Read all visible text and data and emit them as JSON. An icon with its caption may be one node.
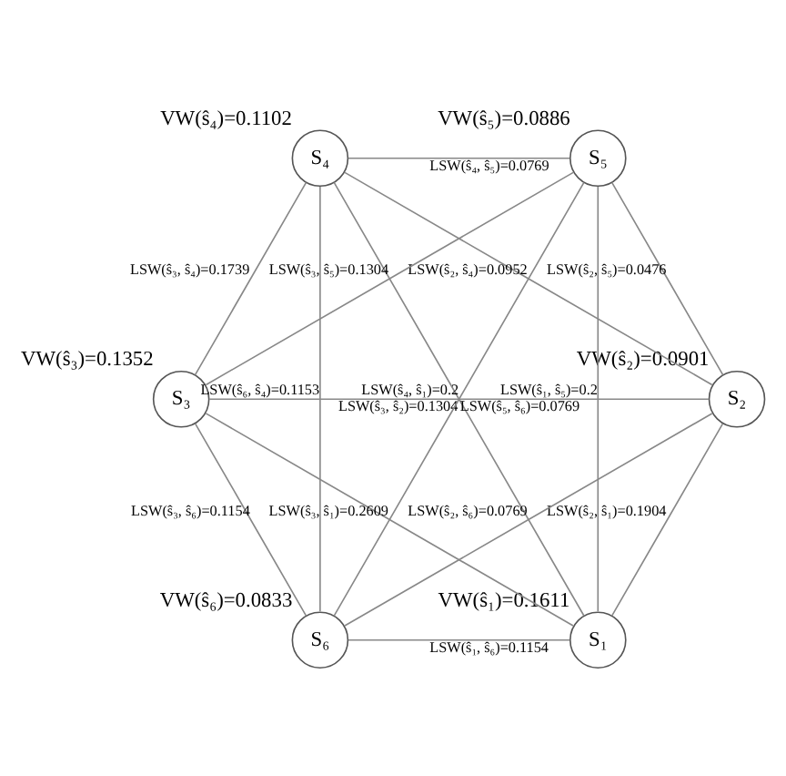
{
  "diagram": {
    "nodes": [
      {
        "text": [
          "S₁"
        ],
        "beside": [
          "VW(ŝ₁)=0.1611"
        ]
      },
      {
        "text": [
          "S₂"
        ],
        "beside": [
          "VW(ŝ₂)=0.0901"
        ]
      },
      {
        "text": [
          "S₃"
        ],
        "beside": [
          "VW(ŝ₃)=0.1352"
        ]
      },
      {
        "text": [
          "S₄"
        ],
        "beside": [
          "VW(ŝ₄)=0.1102"
        ]
      },
      {
        "text": [
          "S₅"
        ],
        "beside": [
          "VW(ŝ₅)=0.0886"
        ]
      },
      {
        "text": [
          "S₆"
        ],
        "beside": [
          "VW(ŝ₆)=0.0833"
        ]
      }
    ],
    "edges": [
      {
        "from": 0,
        "to": 1,
        "arrow": "none",
        "label": "LSW(ŝ₂, ŝ₁)=0.1904"
      },
      {
        "from": 0,
        "to": 5,
        "arrow": "none",
        "label": "LSW(ŝ₁, ŝ₆)=0.1154"
      },
      {
        "from": 0,
        "to": 3,
        "arrow": "none",
        "label": "LSW(ŝ₄, ŝ₁)=0.2"
      },
      {
        "from": 0,
        "to": 4,
        "arrow": "none",
        "label": "LSW(ŝ₁, ŝ₅)=0.2"
      },
      {
        "from": 0,
        "to": 2,
        "arrow": "none",
        "label": "LSW(ŝ₃, ŝ₁)=0.2609"
      },
      {
        "from": 1,
        "to": 5,
        "arrow": "none",
        "label": "LSW(ŝ₂, ŝ₆)=0.0769"
      },
      {
        "from": 1,
        "to": 2,
        "arrow": "none",
        "label": "LSW(ŝ₃, ŝ₂)=0.1304"
      },
      {
        "from": 1,
        "to": 4,
        "arrow": "none",
        "label": "LSW(ŝ₂, ŝ₅)=0.0476"
      },
      {
        "from": 1,
        "to": 3,
        "arrow": "none",
        "label": "LSW(ŝ₂, ŝ₄)=0.0952"
      },
      {
        "from": 2,
        "to": 5,
        "arrow": "none",
        "label": "LSW(ŝ₃, ŝ₆)=0.1154"
      },
      {
        "from": 5,
        "to": 3,
        "arrow": "none",
        "label": "LSW(ŝ₆, ŝ₄)=0.1153"
      },
      {
        "from": 4,
        "to": 5,
        "arrow": "none",
        "label": "LSW(ŝ₅, ŝ₆)=0.0769"
      },
      {
        "from": 2,
        "to": 4,
        "arrow": "none",
        "label": "LSW(ŝ₃, ŝ₅)=0.1304"
      },
      {
        "from": 2,
        "to": 3,
        "arrow": "none",
        "label": "LSW(ŝ₃, ŝ₄)=0.1739"
      },
      {
        "from": 3,
        "to": 4,
        "arrow": "none",
        "label": "LSW(ŝ₄, ŝ₅)=0.0769"
      }
    ]
  }
}
